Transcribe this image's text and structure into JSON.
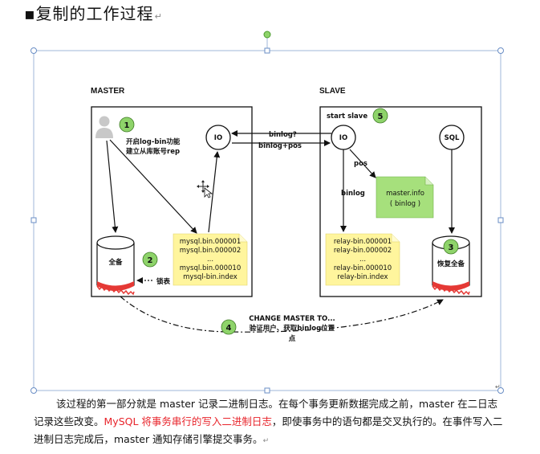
{
  "heading": {
    "bullet": "▪",
    "title": "复制的工作过程",
    "para_mark": "↵"
  },
  "diagram": {
    "master_label": "MASTER",
    "slave_label": "SLAVE",
    "step1": {
      "num": "1",
      "line1": "开启log-bin功能",
      "line2": "建立从库账号rep"
    },
    "io_master": "IO",
    "io_slave": "IO",
    "sql": "SQL",
    "arrow_binlog_q": "binlog?",
    "arrow_binlog_pos": "binlog+pos",
    "start_slave": "start slave",
    "step5_num": "5",
    "pos_label": "pos",
    "binlog_label": "binlog",
    "master_info": {
      "line1": "master.info",
      "line2": "( binlog )"
    },
    "full_backup": "全备",
    "step2_num": "2",
    "lock_table": "锁表",
    "master_binlogs": [
      "mysql.bin.000001",
      "mysql.bin.000002",
      "...",
      "mysql.bin.000010",
      "mysql-bin.index"
    ],
    "relay_logs": [
      "relay-bin.000001",
      "relay-bin.000002",
      "...",
      "relay-bin.000010",
      "relay-bin.index"
    ],
    "step3_num": "3",
    "restore_backup": "恢复全备",
    "step4": {
      "num": "4",
      "line1": "CHANGE MASTER TO...",
      "line2": "验证用户、获取binlog位置",
      "line3": "点"
    }
  },
  "body": {
    "seg1": "该过程的第一部分就是 master 记录二进制日志。在每个事务更新数据完成之前，master 在二日志记录这些改变。",
    "highlight": "MySQL 将事务串行的写入二进制日志",
    "seg2": "，即使事务中的语句都是交叉执行的。在事件写入二进制日志完成后，master 通知存储引擎提交事务。",
    "para_mark": "↵"
  },
  "colors": {
    "badge_fill": "#8ed36a",
    "note_fill": "#fff59d",
    "master_info_fill": "#a6e07c",
    "db_bottom_red": "#e53935",
    "highlight_text": "#e8242b",
    "frame_line": "#9fb7d9",
    "handle": "#6a8ec5"
  }
}
